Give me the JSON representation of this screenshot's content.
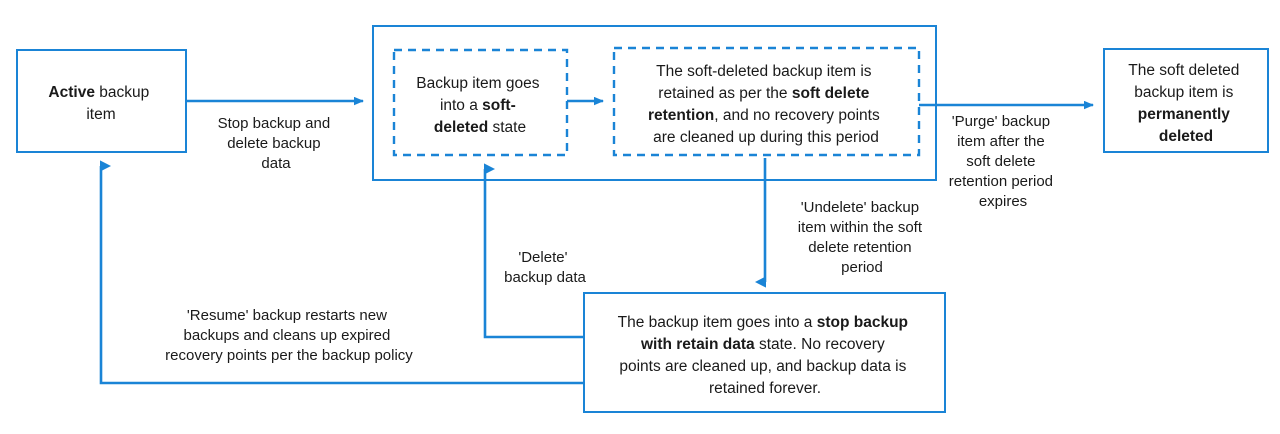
{
  "diagram": {
    "title": "Azure Backup soft delete lifecycle",
    "accent_color": "#1a84d6",
    "text_color": "#1a1a1a",
    "nodes": {
      "active": {
        "name": "active-backup-item-box",
        "lines": [
          {
            "segments": [
              {
                "text": "Active ",
                "bold": true
              },
              {
                "text": "backup",
                "bold": false
              }
            ]
          },
          {
            "segments": [
              {
                "text": "item",
                "bold": false
              }
            ]
          }
        ]
      },
      "soft_deleted": {
        "name": "soft-deleted-state-box",
        "lines": [
          {
            "segments": [
              {
                "text": "Backup item goes",
                "bold": false
              }
            ]
          },
          {
            "segments": [
              {
                "text": "into a ",
                "bold": false
              },
              {
                "text": "soft-",
                "bold": true
              }
            ]
          },
          {
            "segments": [
              {
                "text": "deleted",
                "bold": true
              },
              {
                "text": " state",
                "bold": false
              }
            ]
          }
        ]
      },
      "retention": {
        "name": "soft-delete-retention-box",
        "lines": [
          {
            "segments": [
              {
                "text": "The soft-deleted backup item is",
                "bold": false
              }
            ]
          },
          {
            "segments": [
              {
                "text": "retained as per the ",
                "bold": false
              },
              {
                "text": "soft delete",
                "bold": true
              }
            ]
          },
          {
            "segments": [
              {
                "text": "retention",
                "bold": true
              },
              {
                "text": ", and no recovery points",
                "bold": false
              }
            ]
          },
          {
            "segments": [
              {
                "text": "are cleaned up during this period",
                "bold": false
              }
            ]
          }
        ]
      },
      "permanently_deleted": {
        "name": "permanently-deleted-box",
        "lines": [
          {
            "segments": [
              {
                "text": "The soft deleted",
                "bold": false
              }
            ]
          },
          {
            "segments": [
              {
                "text": "backup item is",
                "bold": false
              }
            ]
          },
          {
            "segments": [
              {
                "text": "permanently",
                "bold": true
              }
            ]
          },
          {
            "segments": [
              {
                "text": "deleted",
                "bold": true
              }
            ]
          }
        ]
      },
      "stop_backup_retain_data": {
        "name": "stop-backup-with-retain-data-box",
        "lines": [
          {
            "segments": [
              {
                "text": "The backup item goes into a ",
                "bold": false
              },
              {
                "text": "stop backup",
                "bold": true
              }
            ]
          },
          {
            "segments": [
              {
                "text": "with retain data",
                "bold": true
              },
              {
                "text": " state. No recovery",
                "bold": false
              }
            ]
          },
          {
            "segments": [
              {
                "text": "points are cleaned up, and backup data is",
                "bold": false
              }
            ]
          },
          {
            "segments": [
              {
                "text": "retained forever.",
                "bold": false
              }
            ]
          }
        ]
      }
    },
    "edges": {
      "stop_and_delete": {
        "name": "edge-label-stop-backup-and-delete-backup-data",
        "lines": [
          "Stop backup and",
          "delete  backup",
          "data"
        ]
      },
      "purge": {
        "name": "edge-label-purge-backup-item",
        "lines": [
          "'Purge' backup",
          "item after the",
          "soft delete",
          "retention period",
          "expires"
        ]
      },
      "undelete": {
        "name": "edge-label-undelete-backup-item",
        "lines": [
          "'Undelete' backup",
          "item within the soft",
          "delete retention",
          "period"
        ]
      },
      "delete_backup_data": {
        "name": "edge-label-delete-backup-data",
        "lines": [
          "'Delete'",
          "backup data"
        ]
      },
      "resume": {
        "name": "edge-label-resume-backup",
        "lines": [
          "'Resume' backup restarts new",
          "backups and cleans up expired",
          "recovery points per the backup policy"
        ]
      }
    }
  }
}
